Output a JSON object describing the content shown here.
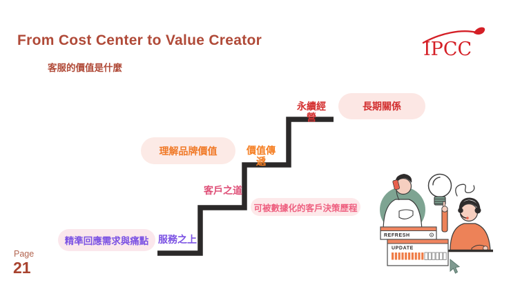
{
  "header": {
    "title": "From Cost Center to Value Creator",
    "subtitle": "客服的價值是什麼",
    "logo": "IPCC"
  },
  "footer": {
    "page_label": "Page",
    "page_number": "21"
  },
  "diagram": {
    "type": "staircase",
    "description": "four ascending steps from bottom-left to top-right",
    "steps": [
      {
        "step_label": "服務之上",
        "annotation": "精準回應需求與痛點",
        "label_color": "#7b52e3",
        "annotation_color": "#7b52e3"
      },
      {
        "step_label": "客戶之道",
        "annotation": "可被數據化的客戶決策歷程",
        "label_color": "#df5078",
        "annotation_color": "#ee6080"
      },
      {
        "step_label": "價值傳遞",
        "annotation": "理解品牌價值",
        "label_color": "#f57e22",
        "annotation_color": "#f07a28"
      },
      {
        "step_label": "永續經營",
        "annotation": "長期關係",
        "label_color": "#d43030",
        "annotation_color": "#d22f2f"
      }
    ],
    "stair_color": "#2b2929",
    "pill_background": "#fbe8e9"
  },
  "illustration": {
    "card_refresh": "REFRESH",
    "card_update": "UPDATE"
  },
  "colors": {
    "title": "#b04a38",
    "logo": "#d41f26",
    "sage_green": "#7ea492",
    "orange_shirt": "#ed8258"
  }
}
